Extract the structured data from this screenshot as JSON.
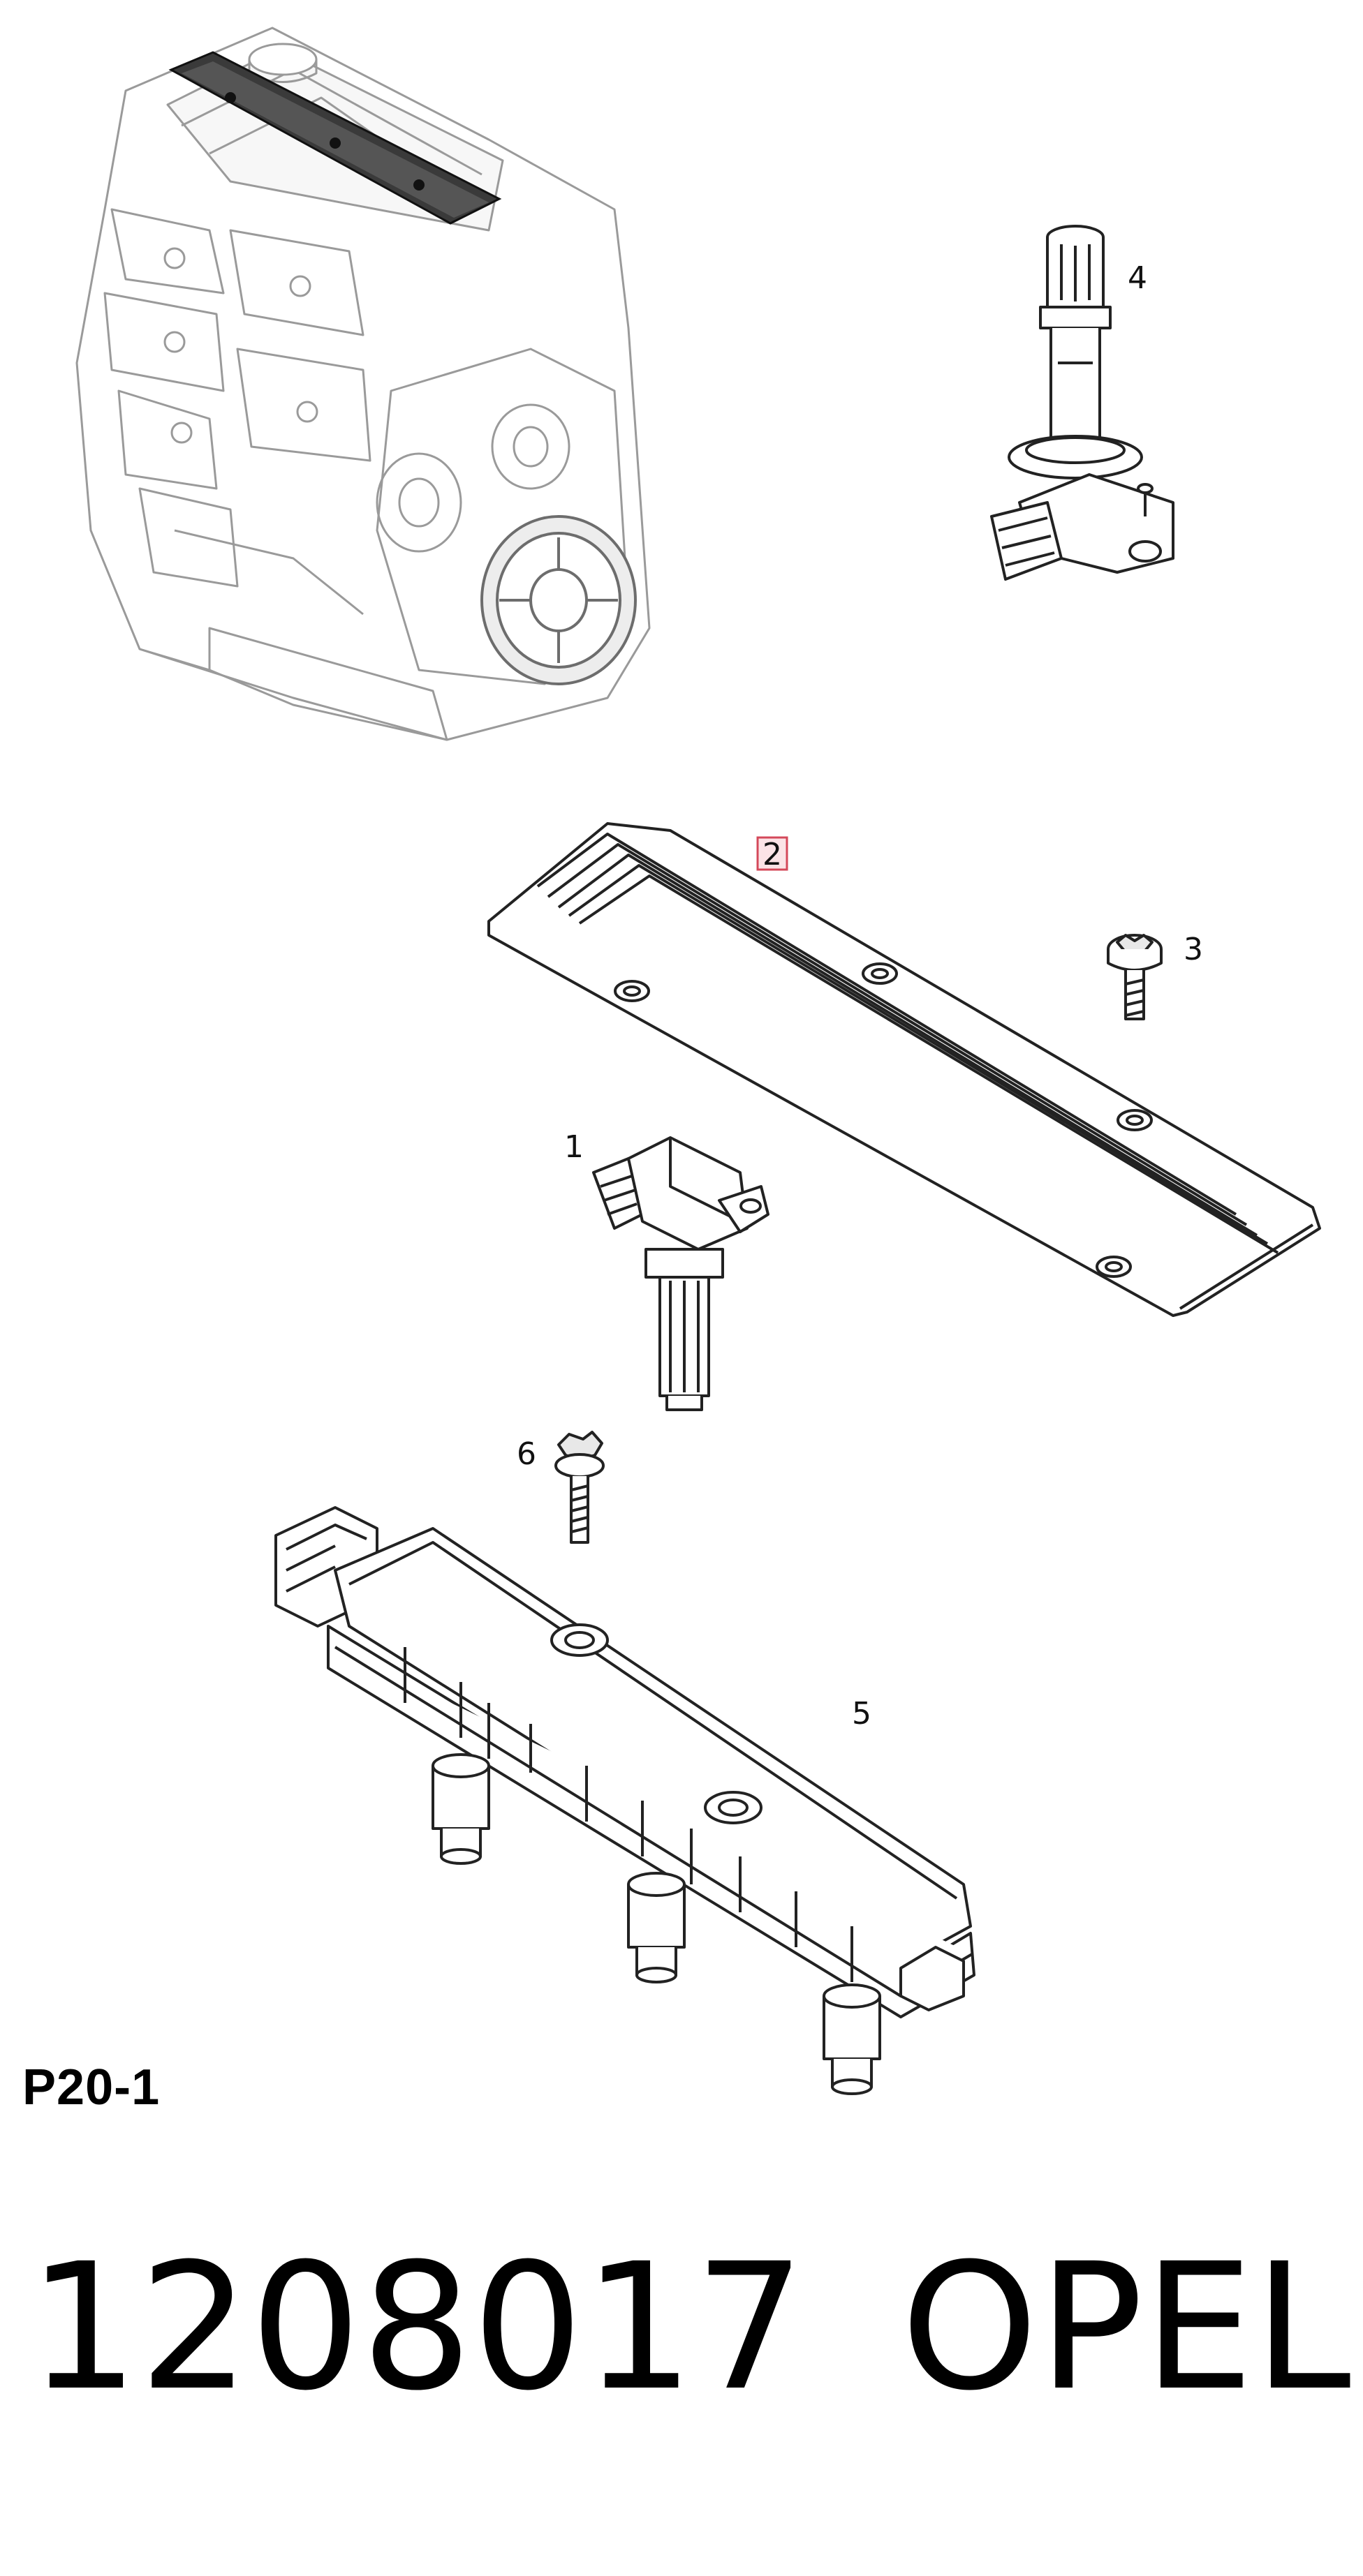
{
  "colors": {
    "line": "#222222",
    "engine_line": "#9a9a9a",
    "highlight_border": "#d4485a",
    "highlight_fill": "#fbe3e6"
  },
  "callouts": [
    {
      "id": "ignition-coil",
      "label": "1"
    },
    {
      "id": "cover",
      "label": "2",
      "highlighted": true
    },
    {
      "id": "screw-cover",
      "label": "3"
    },
    {
      "id": "ignition-coil-pencil",
      "label": "4"
    },
    {
      "id": "ignition-coil-module",
      "label": "5"
    },
    {
      "id": "screw-module",
      "label": "6"
    }
  ],
  "figure_code": "P20-1",
  "part_number": "1208017",
  "brand": "OPEL"
}
